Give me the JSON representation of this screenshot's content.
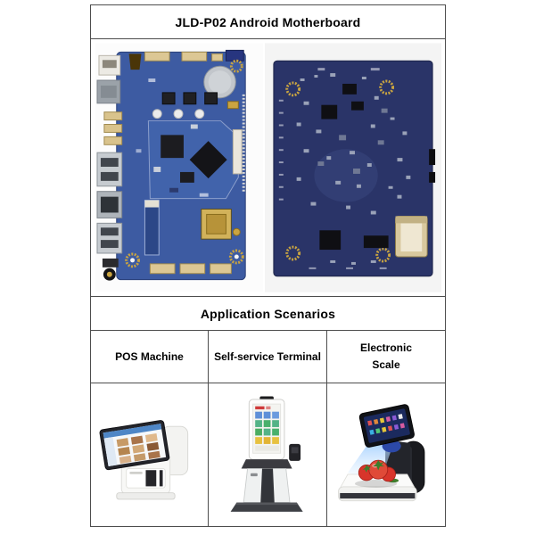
{
  "page": {
    "title": "JLD-P02 Android Motherboard",
    "section_title": "Application Scenarios"
  },
  "scenarios": [
    {
      "label": "POS Machine"
    },
    {
      "label": "Self-service Terminal"
    },
    {
      "label": "Electronic\nScale"
    }
  ],
  "colors": {
    "table_border": "#4d4d4d",
    "pcb_front_blue": "#3d5ba2",
    "pcb_back_navy": "#2a3468",
    "connector_gold": "#c9a441",
    "battery_silver": "#c2c6cb",
    "port_silver": "#c6cbd0",
    "screen_header_blue": "#4e86c6",
    "kiosk_base_dark": "#3d3f44",
    "scale_beam_blue": "#96c8ff",
    "tomato_red": "#d8352b"
  }
}
